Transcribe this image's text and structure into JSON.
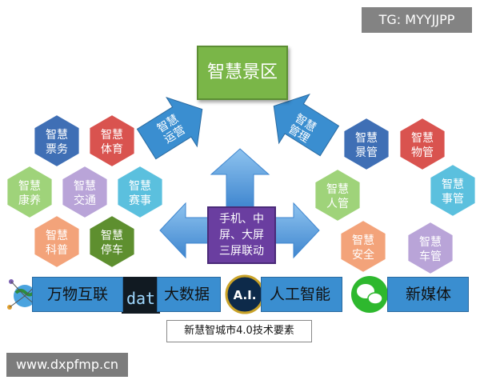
{
  "watermarks": {
    "top_right": "TG: MYYJJPP",
    "bottom_left": "www.dxpfmp.cn"
  },
  "title": "智慧景区",
  "left_arrow": {
    "lines": [
      "智慧",
      "运营"
    ]
  },
  "right_arrow": {
    "lines": [
      "智慧",
      "管理"
    ]
  },
  "center": {
    "lines": [
      "手机、中",
      "屏、大屏",
      "三屏联动"
    ]
  },
  "left_hexagons": [
    {
      "lines": [
        "智慧",
        "票务"
      ],
      "color": "#3f6fb5"
    },
    {
      "lines": [
        "智慧",
        "体育"
      ],
      "color": "#d9534f"
    },
    {
      "lines": [
        "智慧",
        "康养"
      ],
      "color": "#9fd37a"
    },
    {
      "lines": [
        "智慧",
        "交通"
      ],
      "color": "#b9a4d8"
    },
    {
      "lines": [
        "智慧",
        "赛事"
      ],
      "color": "#5bc0de"
    },
    {
      "lines": [
        "智慧",
        "科普"
      ],
      "color": "#f3a37a"
    },
    {
      "lines": [
        "智慧",
        "停车"
      ],
      "color": "#5e8f2f"
    }
  ],
  "right_hexagons": [
    {
      "lines": [
        "智慧",
        "景管"
      ],
      "color": "#3f6fb5"
    },
    {
      "lines": [
        "智慧",
        "物管"
      ],
      "color": "#d9534f"
    },
    {
      "lines": [
        "智慧",
        "人管"
      ],
      "color": "#9fd37a"
    },
    {
      "lines": [
        "智慧",
        "事管"
      ],
      "color": "#5bc0de"
    },
    {
      "lines": [
        "智慧",
        "安全"
      ],
      "color": "#f3a37a"
    },
    {
      "lines": [
        "智慧",
        "车管"
      ],
      "color": "#b9a4d8"
    }
  ],
  "tech": [
    {
      "label": "万物互联",
      "icon": "globe-network-icon"
    },
    {
      "label": "大数据",
      "icon": "data-icon"
    },
    {
      "label": "人工智能",
      "icon": "ai-icon"
    },
    {
      "label": "新媒体",
      "icon": "wechat-icon"
    }
  ],
  "tech_icon_texts": {
    "data": "dat",
    "ai": "A.I."
  },
  "footer": "新慧智城市4.0技术要素"
}
